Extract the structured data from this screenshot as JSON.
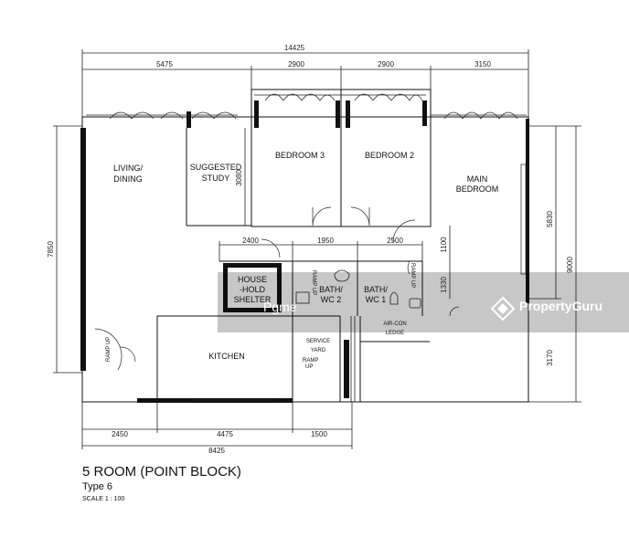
{
  "dimensions": {
    "overall_width": "14425",
    "top_segments": [
      "5475",
      "2900",
      "2900",
      "3150"
    ],
    "left_height": "7850",
    "right_segments": [
      "5830",
      "9000",
      "3170"
    ],
    "study_height": "3080",
    "mid_segments": [
      "2400",
      "1950",
      "2500"
    ],
    "mid_vertical": [
      "1100",
      "1330"
    ],
    "bottom_segments": [
      "2450",
      "4475",
      "1500"
    ],
    "bottom_total": "8425"
  },
  "rooms": {
    "living": "LIVING/",
    "dining": "DINING",
    "study_1": "SUGGESTED",
    "study_2": "STUDY",
    "bedroom3": "BEDROOM 3",
    "bedroom2": "BEDROOM 2",
    "main_1": "MAIN",
    "main_2": "BEDROOM",
    "shelter_1": "HOUSE",
    "shelter_2": "-HOLD",
    "shelter_3": "SHELTER",
    "bath2_1": "BATH/",
    "bath2_2": "WC 2",
    "bath1_1": "BATH/",
    "bath1_2": "WC 1",
    "aircon_1": "AIR-CON",
    "aircon_2": "LEDGE",
    "kitchen": "KITCHEN",
    "yard_1": "SERVICE",
    "yard_2": "YARD",
    "ramp_up": "RAMP UP",
    "ramp": "RAMP",
    "up": "UP"
  },
  "watermark": {
    "brand_bold": "Property",
    "brand_light": "Guru",
    "sub": "Pgme"
  },
  "caption": {
    "title": "5 ROOM (POINT BLOCK)",
    "type": "Type 6",
    "scale": "SCALE  1 : 100"
  }
}
